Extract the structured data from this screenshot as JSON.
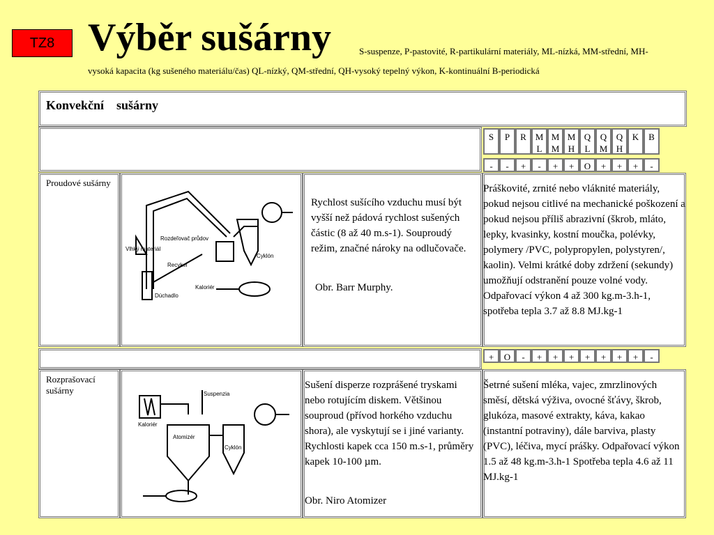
{
  "badge": "TZ8",
  "title": "Výběr sušárny",
  "legend_line1": "S-suspenze, P-pastovité, R-partikulární materiály, ML-nízká, MM-střední, MH-",
  "legend_line2": "vysoká kapacita (kg sušeného materiálu/čas) QL-nízký, QM-střední, QH-vysoký tepelný výkon, K-kontinuální B-periodická",
  "section_title": "Konvekční    sušárny",
  "columns": [
    {
      "top": "S",
      "bottom": ""
    },
    {
      "top": "P",
      "bottom": ""
    },
    {
      "top": "R",
      "bottom": ""
    },
    {
      "top": "M",
      "bottom": "L"
    },
    {
      "top": "M",
      "bottom": "M"
    },
    {
      "top": "M",
      "bottom": "H"
    },
    {
      "top": "Q",
      "bottom": "L"
    },
    {
      "top": "Q",
      "bottom": "M"
    },
    {
      "top": "Q",
      "bottom": "H"
    },
    {
      "top": "K",
      "bottom": ""
    },
    {
      "top": "B",
      "bottom": ""
    }
  ],
  "rows": [
    {
      "name": "Proudové sušárny",
      "ratings": [
        "-",
        "-",
        "+",
        "-",
        "+",
        "+",
        "O",
        "+",
        "+",
        "+",
        "-"
      ],
      "description": "Rychlost sušícího vzduchu musí být vyšší než pádová rychlost sušených částic (8 až 40 m.s-1). Souproudý režim, značné nároky na odlučovače.",
      "source": "Obr. Barr Murphy.",
      "applications": "Práškovité, zrnité nebo vláknité materiály, pokud nejsou citlivé na mechanické poškození a pokud nejsou příliš abrazivní (škrob, mláto, lepky, kvasinky, kostní moučka, polévky, polymery /PVC, polypropylen, polystyren/, kaolin). Velmi krátké doby zdržení (sekundy) umožňují odstranění pouze volné vody. Odpařovací výkon 4 až 300 kg.m-3.h-1, spotřeba tepla 3.7 až 8.8 MJ.kg-1",
      "diagram_labels": {
        "wet": "Vlhký materiál",
        "flow": "Rozdeľovač průdov",
        "recycle": "Recykel",
        "heater": "Kaloriér",
        "cyclone": "Cyklón",
        "chute": "Dúchadlo"
      }
    },
    {
      "name": "Rozprašovací sušárny",
      "ratings": [
        "+",
        "O",
        "-",
        "+",
        "+",
        "+",
        "+",
        "+",
        "+",
        "+",
        "-"
      ],
      "description": "Sušení disperze rozprášené tryskami nebo rotujícím diskem. Většinou souproud (přívod horkého vzduchu shora), ale vyskytují se i jiné varianty. Rychlosti kapek cca 150 m.s-1, průměry kapek 10-100 µm.",
      "source": "Obr. Niro Atomizer",
      "applications": "Šetrné sušení mléka, vajec, zmrzlinových směsí, dětská výživa, ovocné šťávy, škrob, glukóza, masové extrakty, káva, kakao (instantní potraviny), dále barviva, plasty (PVC), léčiva, mycí prášky. Odpařovací výkon 1.5 až 48 kg.m-3.h-1 Spotřeba tepla 4.6 až 11 MJ.kg-1",
      "diagram_labels": {
        "heater": "Kaloriér",
        "suspension": "Suspenzia",
        "atomizer": "Atomizér",
        "cyclone": "Cyklón"
      }
    }
  ]
}
